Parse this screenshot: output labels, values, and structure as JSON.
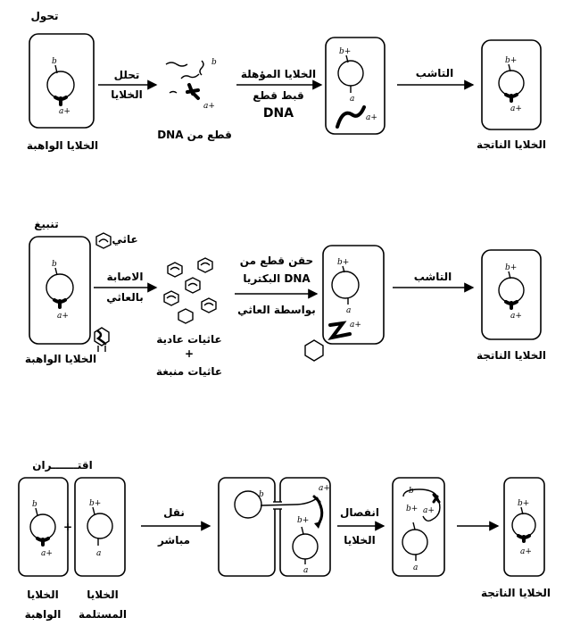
{
  "transformation": {
    "title": "تحول",
    "donor_label": "الخلايا الواهبة",
    "lysis_top": "تحلل",
    "lysis_bottom": "الخلايا",
    "fragments_label": "قطع من DNA",
    "uptake_top": "الخلايا المؤهلة",
    "uptake_bottom1": "قبط قطع",
    "uptake_bottom2": "DNA",
    "recomb_label": "التاشب",
    "result_label": "الخلايا الناتجة"
  },
  "transduction": {
    "title": "تنبيغ",
    "phage_label": "عاثي",
    "donor_label": "الخلايا الواهبة",
    "infect_top": "الاصابة",
    "infect_bottom": "بالعاثي",
    "normal_phages": "عاثيات عادية",
    "plus": "+",
    "transducing_phages": "عاثيات منبغة",
    "inject_top1": "حقن قطع من",
    "inject_top2": "DNA البكتريا",
    "inject_bottom": "بواسطة العاثي",
    "recomb_label": "التاشب",
    "result_label": "الخلايا الناتجة"
  },
  "conjugation": {
    "title": "اقتـــــــران",
    "plus": "+",
    "donor_label1": "الخلايا",
    "donor_label2": "الواهبة",
    "recipient_label1": "الخلايا",
    "recipient_label2": "المستلمة",
    "transfer_top": "نقل",
    "transfer_bottom": "مباشر",
    "separate_top": "انفصال",
    "separate_bottom": "الخلايا",
    "result_label": "الخلايا الناتجة"
  },
  "genes": {
    "b": "b",
    "b_plus": "b+",
    "a": "a",
    "a_plus": "a+"
  }
}
